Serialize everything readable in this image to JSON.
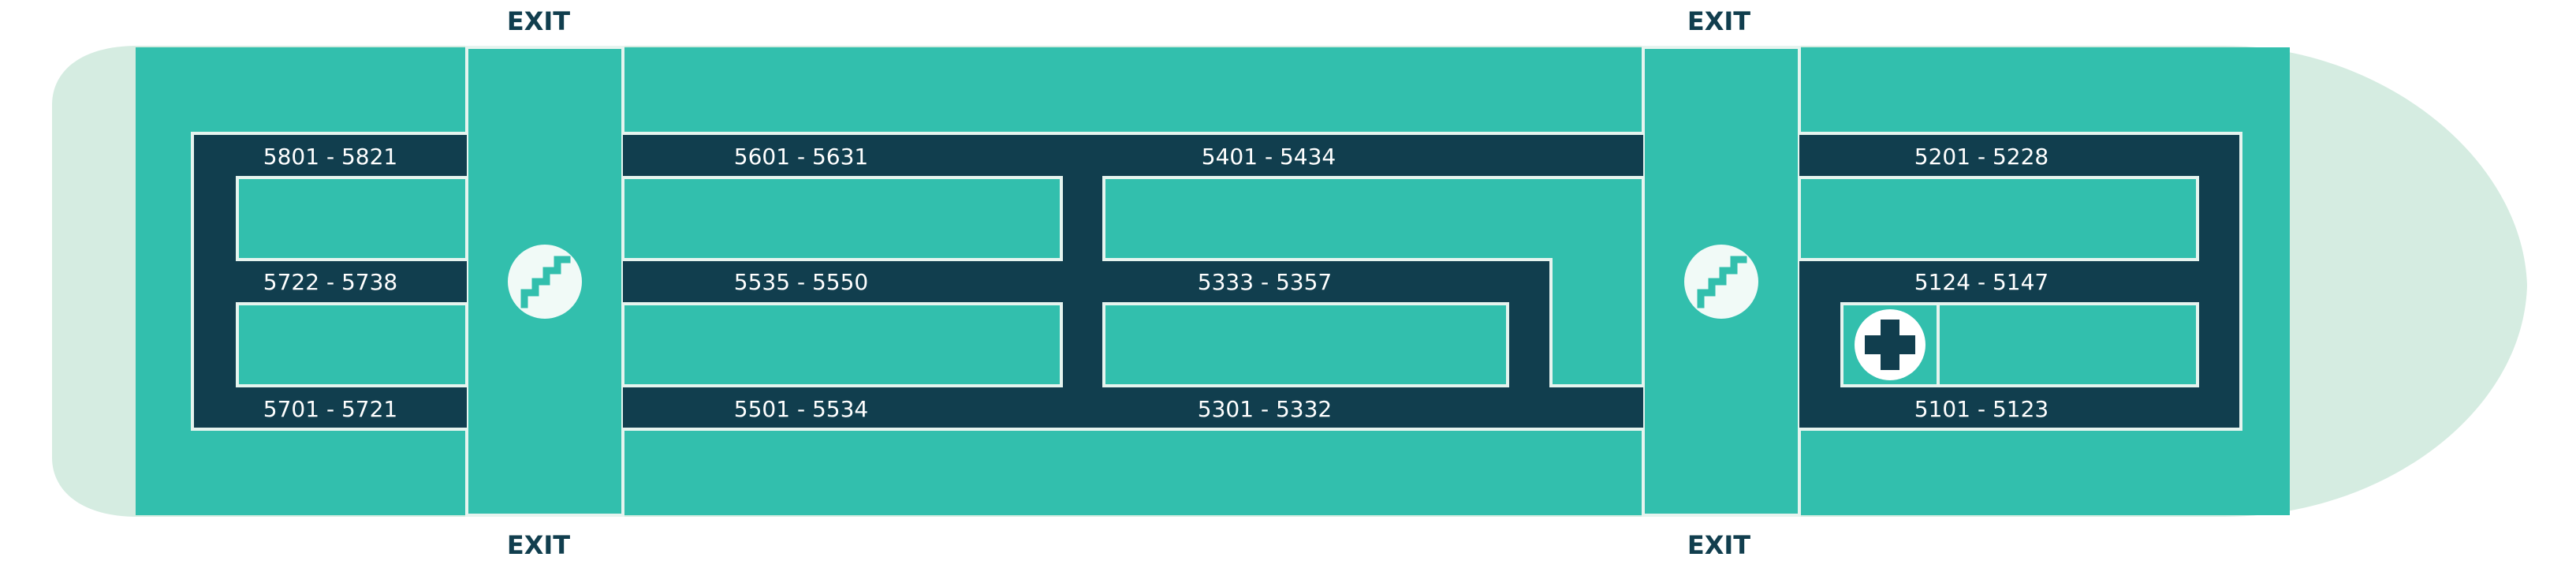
{
  "exits": {
    "top_left": "EXIT",
    "top_right": "EXIT",
    "bottom_left": "EXIT",
    "bottom_right": "EXIT"
  },
  "rooms": {
    "r5801": "5801 - 5821",
    "r5722": "5722 - 5738",
    "r5701": "5701 - 5721",
    "r5601": "5601 - 5631",
    "r5535": "5535 - 5550",
    "r5501": "5501 - 5534",
    "r5401": "5401 - 5434",
    "r5333": "5333 - 5357",
    "r5301": "5301 - 5332",
    "r5201": "5201 - 5228",
    "r5124": "5124 - 5147",
    "r5101": "5101 - 5123"
  },
  "icons": {
    "stairs": "stairs-icon",
    "first_aid": "first-aid-icon"
  },
  "colors": {
    "deck": "#32bfad",
    "corridor": "#113e4e",
    "hull": "#d5ece1",
    "divider": "#e6f4ef",
    "text": "#ffffff",
    "exit_text": "#113e4e"
  }
}
